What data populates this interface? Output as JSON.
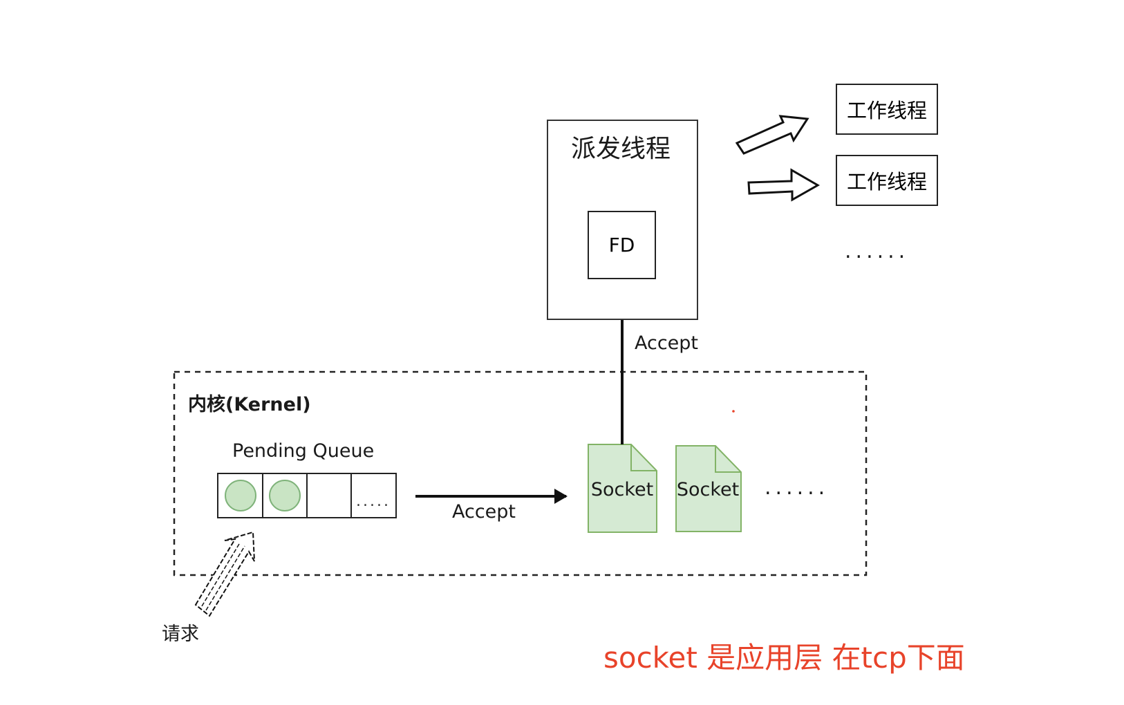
{
  "dispatch_thread": {
    "title": "派发线程",
    "fd_label": "FD"
  },
  "worker_threads": {
    "items": [
      "工作线程",
      "工作线程"
    ],
    "ellipsis": "......"
  },
  "accept_vertical_label": "Accept",
  "kernel": {
    "title": "内核(Kernel)",
    "pending_queue_label": "Pending Queue",
    "queue_ellipsis": ".....",
    "accept_label": "Accept",
    "sockets": [
      "Socket",
      "Socket"
    ],
    "sockets_ellipsis": "......"
  },
  "request_label": "请求",
  "note": "socket 是应用层 在tcp下面",
  "colors": {
    "line": "#111111",
    "socket_fill": "#d5ead3",
    "socket_stroke": "#82b366",
    "queue_dot_fill": "#c9e4c4",
    "queue_dot_stroke": "#7fb37a",
    "note": "#e8432a"
  }
}
